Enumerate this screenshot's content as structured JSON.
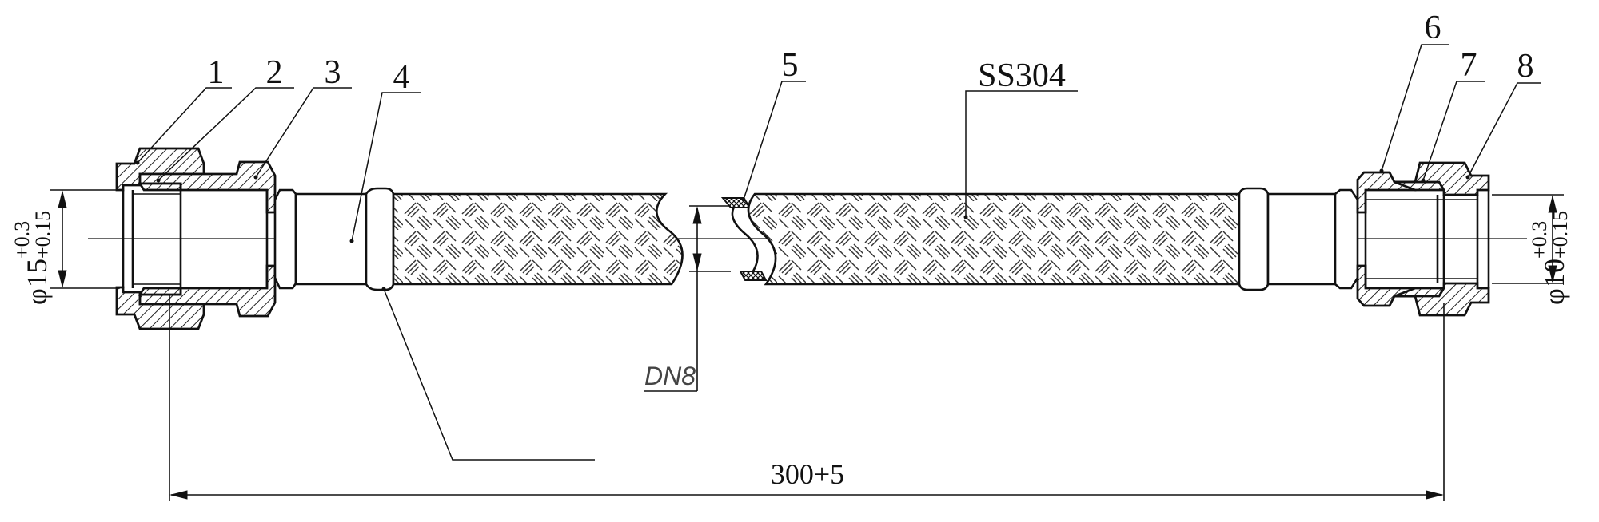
{
  "callouts": [
    "1",
    "2",
    "3",
    "4",
    "5",
    "6",
    "7",
    "8"
  ],
  "material": "SS304",
  "nominal_size": "DN8",
  "length": "300+5",
  "left_port": {
    "symbol": "φ",
    "value": "15",
    "upper_tol": "+0.3",
    "lower_tol": "+0.15"
  },
  "right_port": {
    "symbol": "φ",
    "value": "10",
    "upper_tol": "+0.3",
    "lower_tol": "+0.15"
  }
}
